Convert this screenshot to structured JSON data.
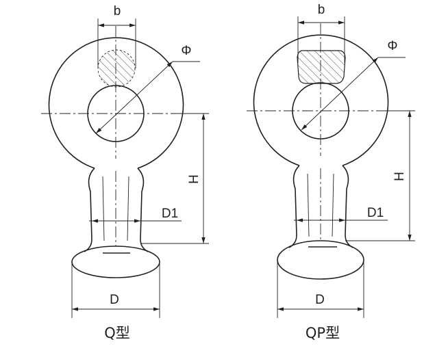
{
  "left": {
    "b": "b",
    "phi": "Φ",
    "h": "H",
    "d1": "D1",
    "d": "D",
    "caption": "Q型"
  },
  "right": {
    "b": "b",
    "phi": "Φ",
    "h": "H",
    "d1": "D1",
    "d": "D",
    "caption": "QP型"
  }
}
